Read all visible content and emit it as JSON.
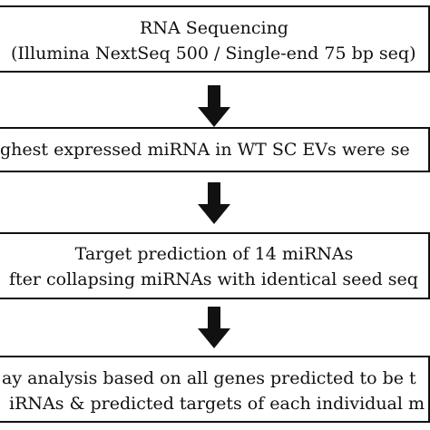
{
  "flow": {
    "box1": {
      "line1": "RNA Sequencing",
      "line2": "(Illumina NextSeq 500 / Single-end 75 bp seq)"
    },
    "box2": {
      "line1": "ghest expressed miRNA in WT SC EVs were se"
    },
    "box3": {
      "line1": "Target prediction of 14 miRNAs",
      "line2": "fter collapsing miRNAs with identical seed seq"
    },
    "box4": {
      "line1": "ay analysis based on all genes predicted to be t",
      "line2": "iRNAs & predicted targets of each individual m"
    }
  },
  "colors": {
    "stroke": "#111111",
    "arrow": "#111111",
    "background": "#ffffff"
  },
  "icons": {
    "arrow_down": "arrow-down-icon"
  }
}
